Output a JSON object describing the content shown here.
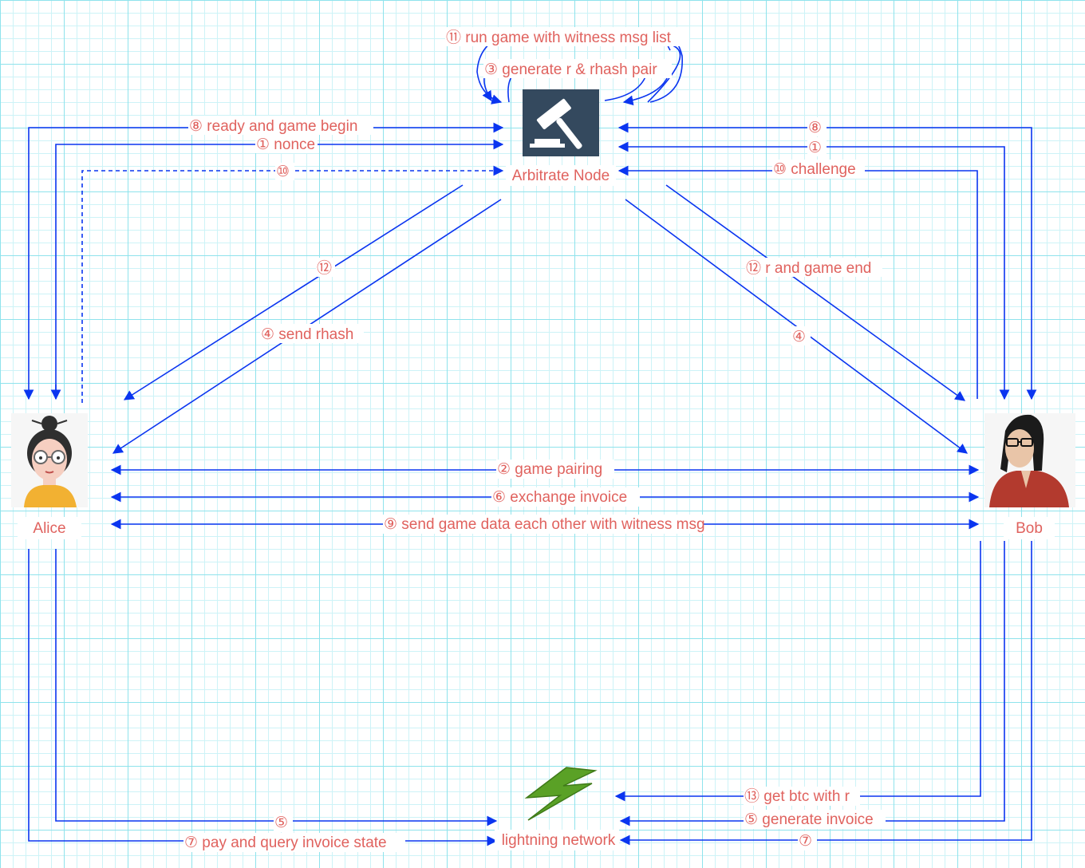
{
  "nodes": {
    "arbitrate": "Arbitrate Node",
    "alice": "Alice",
    "bob": "Bob",
    "lightning": "lightning network"
  },
  "labels": {
    "run_game": "⑪ run game with witness msg list",
    "generate_r": "③ generate r & rhash pair",
    "alice_ready": "⑧ ready and game begin",
    "alice_nonce": "① nonce",
    "alice_challenge": "⑩",
    "alice_r": "⑫",
    "alice_rhash": "④ send rhash",
    "bob_ready": "⑧",
    "bob_nonce": "①",
    "bob_challenge": "⑩ challenge",
    "bob_r": "⑫ r and game end",
    "bob_rhash": "④",
    "game_pairing": "② game pairing",
    "exchange_invoice": "⑥ exchange invoice",
    "send_game_data": "⑨ send game data each other with witness msg",
    "alice_gen_invoice": "⑤",
    "alice_pay": "⑦ pay and query invoice state",
    "bob_get_btc": "⑬ get btc with r",
    "bob_gen_invoice": "⑤ generate invoice",
    "bob_pay": "⑦"
  },
  "icons": {
    "arbitrate": "gavel-icon",
    "alice": "woman-avatar-icon",
    "bob": "man-avatar-icon",
    "lightning": "lightning-bolt-icon"
  },
  "colors": {
    "arrow": "#0a35f0",
    "label": "#e0625e",
    "gavel_bg": "#34495e",
    "bolt": "#5aa126"
  }
}
